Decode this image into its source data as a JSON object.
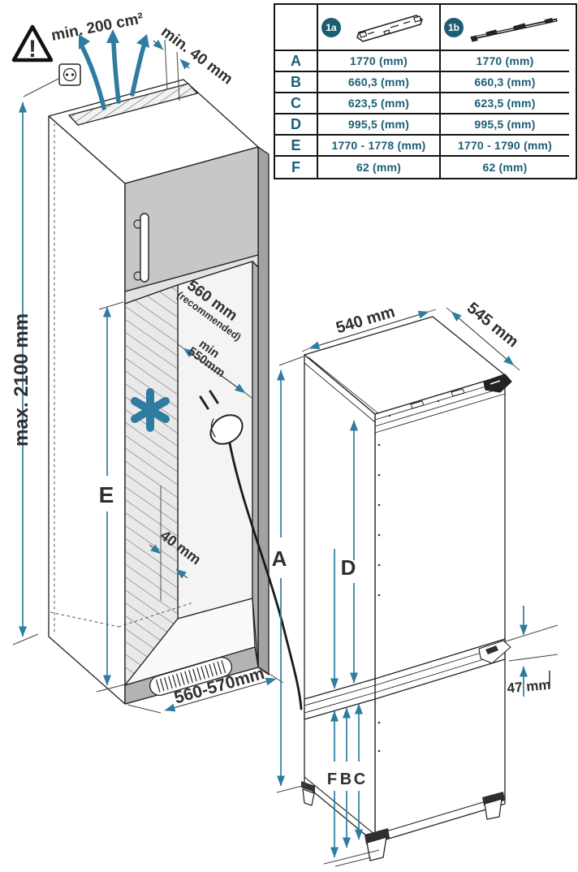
{
  "colors": {
    "accent_teal": "#2e7ca0",
    "table_teal": "#1b5e74",
    "ink": "#2f2f2f",
    "line_art": "#222222",
    "door_gray": "#c7c7c7",
    "plinth_gray": "#b3b3b3"
  },
  "table": {
    "badge_1a": "1a",
    "badge_1b": "1b",
    "rows": [
      {
        "label": "A",
        "v1a": "1770 (mm)",
        "v1b": "1770 (mm)"
      },
      {
        "label": "B",
        "v1a": "660,3 (mm)",
        "v1b": "660,3 (mm)"
      },
      {
        "label": "C",
        "v1a": "623,5 (mm)",
        "v1b": "623,5 (mm)"
      },
      {
        "label": "D",
        "v1a": "995,5 (mm)",
        "v1b": "995,5 (mm)"
      },
      {
        "label": "E",
        "v1a": "1770 - 1778 (mm)",
        "v1b": "1770 - 1790 (mm)"
      },
      {
        "label": "F",
        "v1a": "62 (mm)",
        "v1b": "62 (mm)"
      }
    ]
  },
  "niche": {
    "warning_mark": "!",
    "vent_area": "min. 200 cm²",
    "top_gap": "min. 40 mm",
    "max_height": "max. 2100 mm",
    "height_label": "E",
    "depth_recommended": "560 mm",
    "depth_recommended_note": "(recommended)",
    "depth_min_word": "min",
    "depth_min_value": "550mm",
    "rear_gap": "40 mm",
    "width_range": "560-570mm"
  },
  "appliance": {
    "width": "540 mm",
    "depth": "545 mm",
    "height_label": "A",
    "upper_section_label": "D",
    "label_f": "F",
    "label_b": "B",
    "label_c": "C",
    "rail_height": "47 mm"
  }
}
